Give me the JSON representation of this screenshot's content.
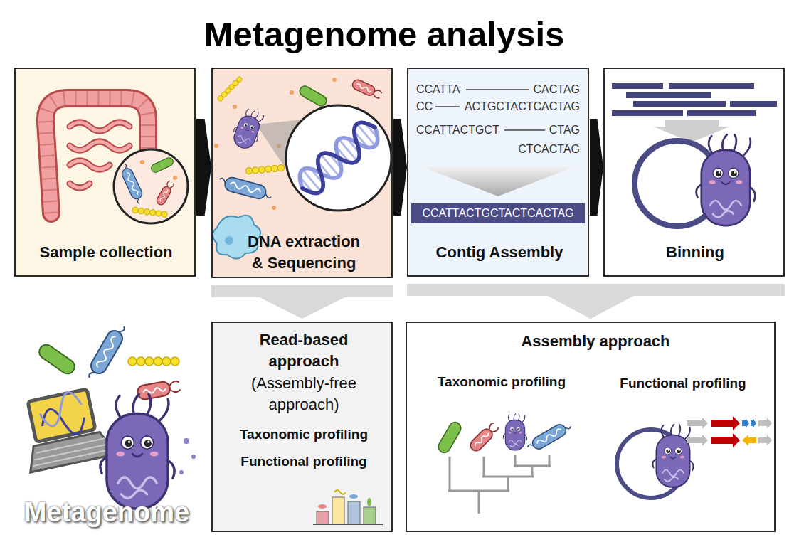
{
  "diagram": {
    "title": "Metagenome analysis",
    "nodes": [
      {
        "text": [
          "Sample collection"
        ]
      },
      {
        "text": [
          "DNA extraction & Sequencing"
        ]
      },
      {
        "text": [
          "Contig Assembly"
        ]
      },
      {
        "text": [
          "Binning"
        ]
      },
      {
        "text": [
          "Read-based approach",
          "(Assembly-free approach)",
          "Taxonomic profiling",
          "Functional profiling"
        ]
      },
      {
        "text": [
          "Assembly approach",
          "Taxonomic profiling",
          "Functional profiling"
        ]
      }
    ],
    "edges": [
      {
        "from": 0,
        "to": 1,
        "arrow": "to"
      },
      {
        "from": 1,
        "to": 2,
        "arrow": "to"
      },
      {
        "from": 2,
        "to": 3,
        "arrow": "to"
      },
      {
        "from": 1,
        "to": 4,
        "arrow": "to"
      },
      {
        "from": 2,
        "to": 5,
        "arrow": "to"
      },
      {
        "from": 3,
        "to": 5,
        "arrow": "to"
      }
    ],
    "labels": [
      "CCATTA",
      "CACTAG",
      "CC",
      "ACTGCTACTCACTAG",
      "CCATTACTGCT",
      "CTAG",
      "CTCACTAG",
      "CCATTACTGCTACTCACTAG",
      "Metagenome"
    ]
  }
}
